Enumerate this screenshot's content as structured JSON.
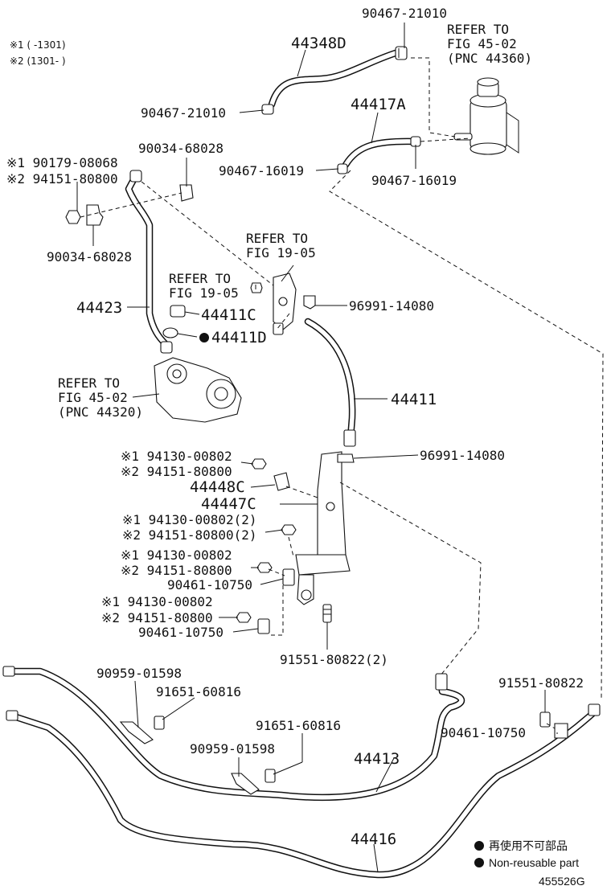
{
  "notes": {
    "note1": "※1 (      -1301)",
    "note2": "※2 (1301-      )"
  },
  "labels": {
    "l_44348D": "44348D",
    "l_90467_21010_top": "90467-21010",
    "refer_4502_top_1": "REFER TO",
    "refer_4502_top_2": "FIG 45-02",
    "refer_4502_top_3": "(PNC 44360)",
    "l_90467_21010_left": "90467-21010",
    "l_44417A": "44417A",
    "l_90034_68028_a": "90034-68028",
    "l_90179_08068": "※1 90179-08068",
    "l_94151_80800_a": "※2 94151-80800",
    "l_90467_16019_a": "90467-16019",
    "l_90467_16019_b": "90467-16019",
    "l_90034_68028_b": "90034-68028",
    "refer_1905_r1": "REFER TO",
    "refer_1905_r2": "FIG 19-05",
    "refer_1905_l1": "REFER TO",
    "refer_1905_l2": "FIG 19-05",
    "l_96991_14080_a": "96991-14080",
    "l_44423": "44423",
    "l_44411C": "44411C",
    "l_44411D": "44411D",
    "refer_4502_pump_1": "REFER TO",
    "refer_4502_pump_2": "FIG 45-02",
    "refer_4502_pump_3": "(PNC 44320)",
    "l_44411": "44411",
    "l_94130_00802_a": "※1 94130-00802",
    "l_94151_80800_b": "※2 94151-80800",
    "l_96991_14080_b": "96991-14080",
    "l_44448C": "44448C",
    "l_44447C": "44447C",
    "l_94130_00802_2": "※1 94130-00802(2)",
    "l_94151_80800_2": "※2 94151-80800(2)",
    "l_94130_00802_c": "※1 94130-00802",
    "l_94151_80800_c": "※2 94151-80800",
    "l_90461_10750_a": "90461-10750",
    "l_94130_00802_d": "※1 94130-00802",
    "l_94151_80800_d": "※2 94151-80800",
    "l_90461_10750_b": "90461-10750",
    "l_91551_80822_2": "91551-80822(2)",
    "l_90959_01598_a": "90959-01598",
    "l_91651_60816_a": "91651-60816",
    "l_91651_60816_b": "91651-60816",
    "l_90959_01598_b": "90959-01598",
    "l_91551_80822": "91551-80822",
    "l_90461_10750_c": "90461-10750",
    "l_44413": "44413",
    "l_44416": "44416"
  },
  "legend": {
    "nonreusable_jp": "再使用不可部品",
    "nonreusable_en": "Non-reusable part"
  },
  "figure_id": "455526G"
}
